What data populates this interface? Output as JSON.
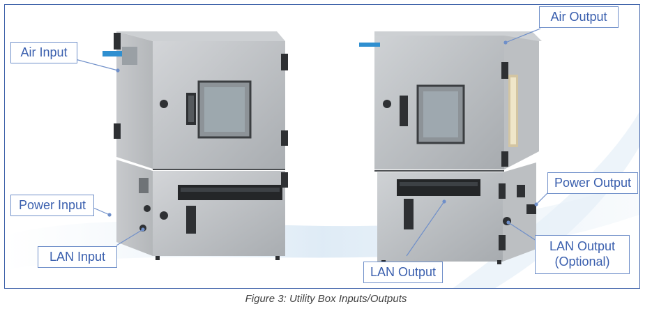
{
  "figure": {
    "caption": "Figure 3: Utility Box Inputs/Outputs",
    "callouts": {
      "air_input": "Air Input",
      "power_input": "Power Input",
      "lan_input": "LAN Input",
      "air_output": "Air Output",
      "power_output": "Power Output",
      "lan_output_front": "LAN Output",
      "lan_output_optional_line1": "LAN Output",
      "lan_output_optional_line2": "(Optional)"
    },
    "colors": {
      "frame_border": "#3b5fa8",
      "callout_text": "#3a5fae",
      "callout_border": "#6f8fc9",
      "steel": "#b9bcbf",
      "air_fitting": "#2f8fd0"
    }
  }
}
